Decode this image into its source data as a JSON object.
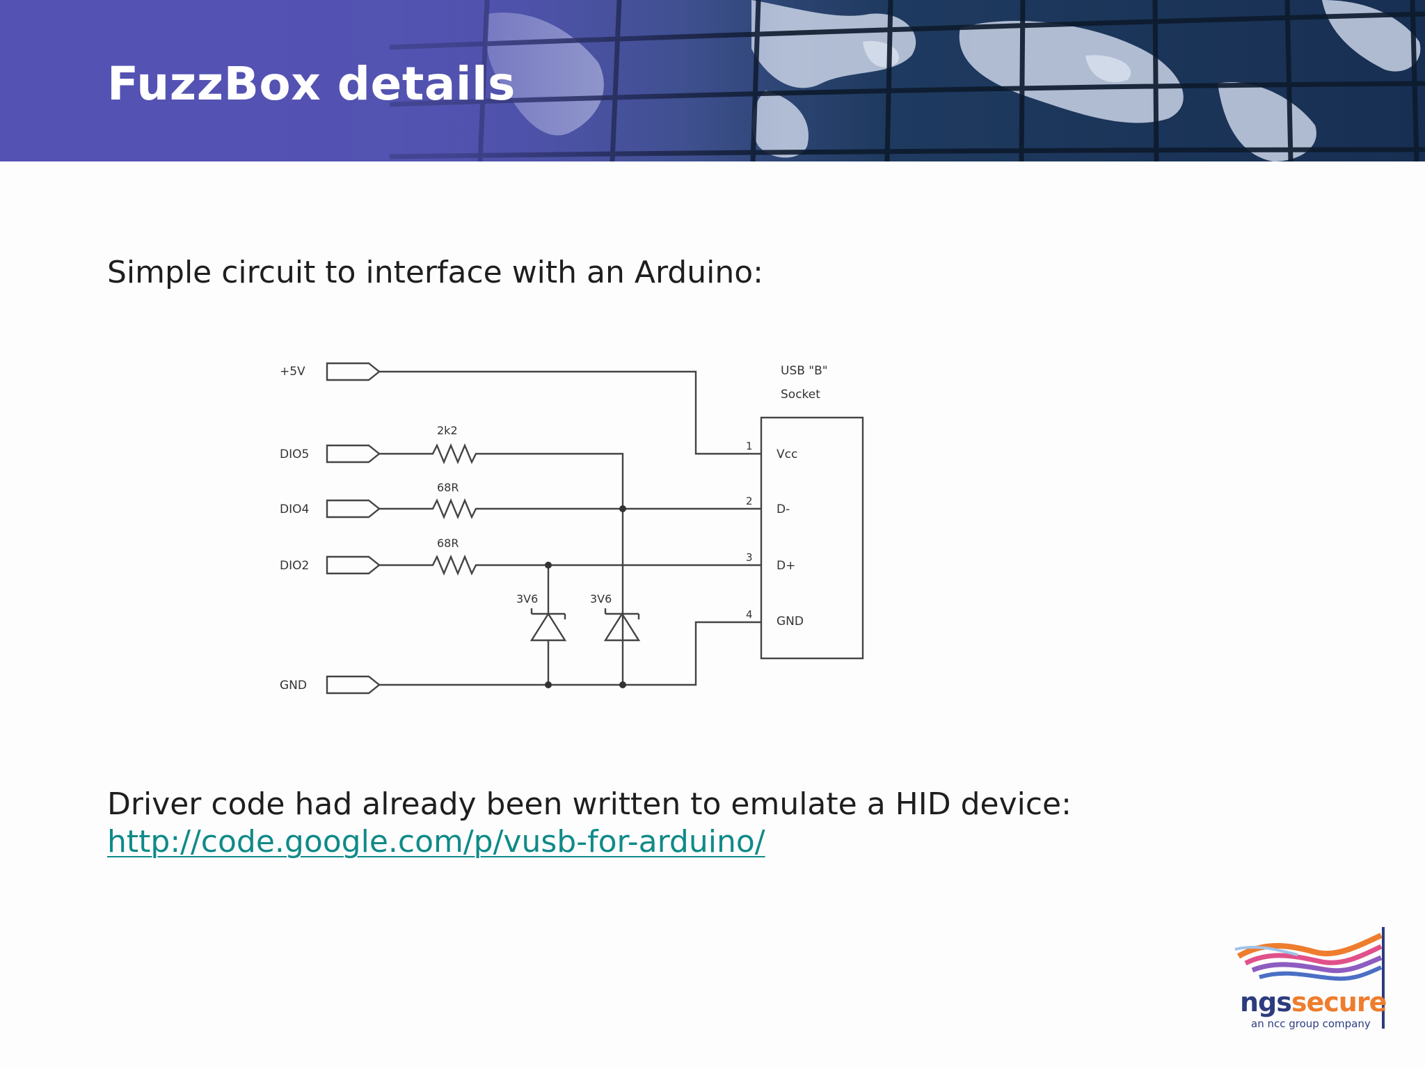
{
  "slide": {
    "title": "FuzzBox details",
    "intro_text": "Simple circuit to interface with an Arduino:",
    "driver_text": "Driver code had already been written to emulate a HID device:",
    "driver_link": "http://code.google.com/p/vusb-for-arduino/"
  },
  "schematic": {
    "inputs": {
      "plus5v": "+5V",
      "dio5": "DIO5",
      "dio4": "DIO4",
      "dio2": "DIO2",
      "gnd": "GND"
    },
    "resistors": {
      "r1": "2k2",
      "r2": "68R",
      "r3": "68R"
    },
    "zeners": {
      "z1": "3V6",
      "z2": "3V6"
    },
    "socket": {
      "title_line1": "USB \"B\"",
      "title_line2": "Socket",
      "pins": [
        {
          "number": "1",
          "name": "Vcc"
        },
        {
          "number": "2",
          "name": "D-"
        },
        {
          "number": "3",
          "name": "D+"
        },
        {
          "number": "4",
          "name": "GND"
        }
      ]
    }
  },
  "logo": {
    "brand_part1": "ngs",
    "brand_part2": "secure",
    "tagline": "an ncc group company"
  },
  "colors": {
    "header_left": "#5452b3",
    "header_right": "#172f52",
    "link": "#0f8a88",
    "logo_navy": "#2d3c7e",
    "logo_orange": "#ee7d2e"
  }
}
